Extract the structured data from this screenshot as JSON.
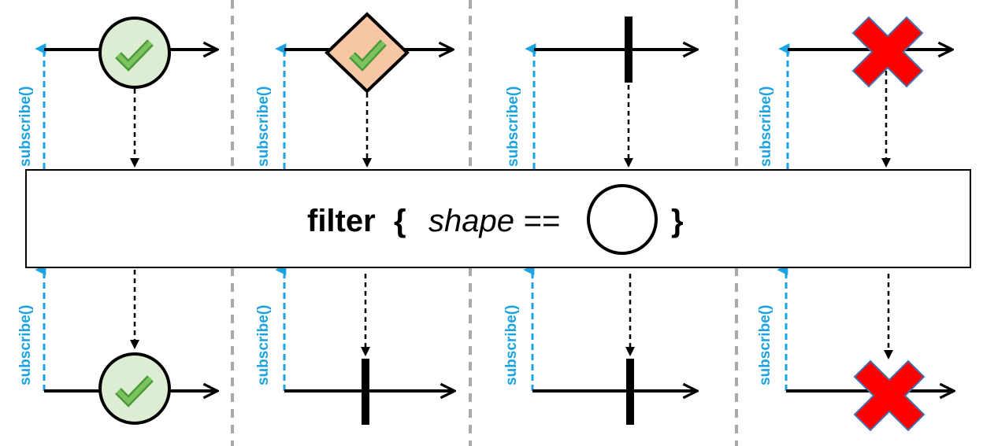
{
  "operator": {
    "keyword": "filter",
    "open_brace": "{",
    "condition": "shape ==",
    "close_brace": "}",
    "condition_shape": "circle-icon"
  },
  "subscribe_label": "subscribe()",
  "columns": [
    {
      "input": "circle-check",
      "output": "circle-check"
    },
    {
      "input": "diamond-check",
      "output": "completion-bar"
    },
    {
      "input": "completion-bar",
      "output": "completion-bar"
    },
    {
      "input": "error-cross",
      "output": "error-cross"
    }
  ],
  "colors": {
    "subscribe": "#1aa3e0",
    "circle_fill": "#dcedd3",
    "diamond_fill": "#f7c6a4",
    "check": "#5fa84a",
    "error": "#ff0000",
    "separator": "#aaaaaa",
    "stroke": "#000000"
  }
}
